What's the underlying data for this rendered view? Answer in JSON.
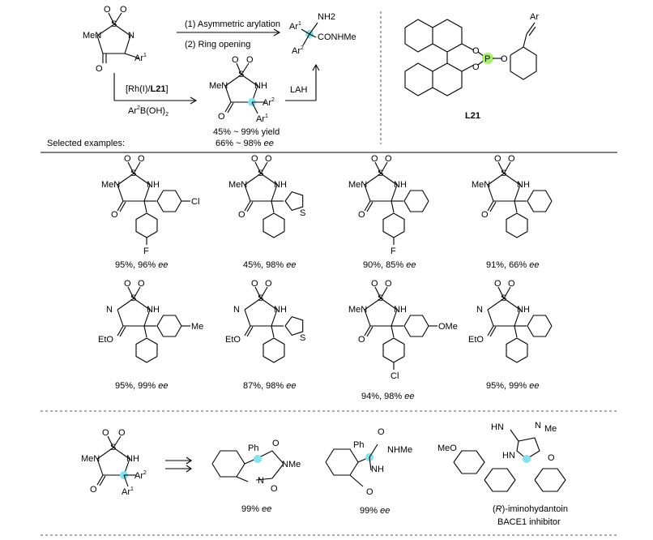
{
  "top": {
    "step1": "(1) Asymmetric arylation",
    "step2": "(2) Ring opening",
    "catalyst_prefix": "[Rh(I)/",
    "catalyst_ligand": "L21",
    "catalyst_suffix": "]",
    "reagent": "Ar2B(OH)2",
    "reagent_base": "Ar",
    "reagent_sup": "2",
    "reagent_rest": "B(OH)",
    "reagent_sub": "2",
    "lah": "LAH",
    "yield_text": "45% ~ 99% yield",
    "ee_range": "66% ~ 98%",
    "ee": "ee",
    "selected": "Selected examples:",
    "ligand_label": "L21",
    "ligand_P": "P",
    "ligand_O": "O",
    "ligand_Ar": "Ar",
    "product_NH2": "NH2",
    "product_CONHMe": "CONHMe",
    "atoms": {
      "O": "O",
      "S": "S",
      "N": "N",
      "MeN": "MeN",
      "NH": "NH",
      "Ar": "Ar",
      "sup1": "1",
      "sup2": "2"
    }
  },
  "examples": [
    {
      "yield": "95%, 96%",
      "ee": "ee",
      "sub": "Cl",
      "sub2": "F"
    },
    {
      "yield": "45%, 98%",
      "ee": "ee",
      "sub": "S"
    },
    {
      "yield": "90%, 85%",
      "ee": "ee",
      "sub2": "F"
    },
    {
      "yield": "91%, 66%",
      "ee": "ee"
    },
    {
      "yield": "95%, 99%",
      "ee": "ee",
      "sub": "Me",
      "left": "EtO"
    },
    {
      "yield": "87%, 98%",
      "ee": "ee",
      "sub": "S",
      "left": "EtO"
    },
    {
      "yield": "94%, 98%",
      "ee": "ee",
      "sub": "OMe",
      "sub2": "Cl"
    },
    {
      "yield": "95%, 99%",
      "ee": "ee",
      "left": "EtO"
    }
  ],
  "bottom": {
    "p1_ee": "99%",
    "p2_ee": "99%",
    "ee": "ee",
    "ph": "Ph",
    "nme": "NMe",
    "nhme": "NHMe",
    "hn": "HN",
    "me": "Me",
    "meo": "MeO",
    "r_label_pre": "(",
    "r_label_R": "R",
    "r_label_post": ")-iminohydantoin",
    "bace": "BACE1 inhibitor"
  }
}
